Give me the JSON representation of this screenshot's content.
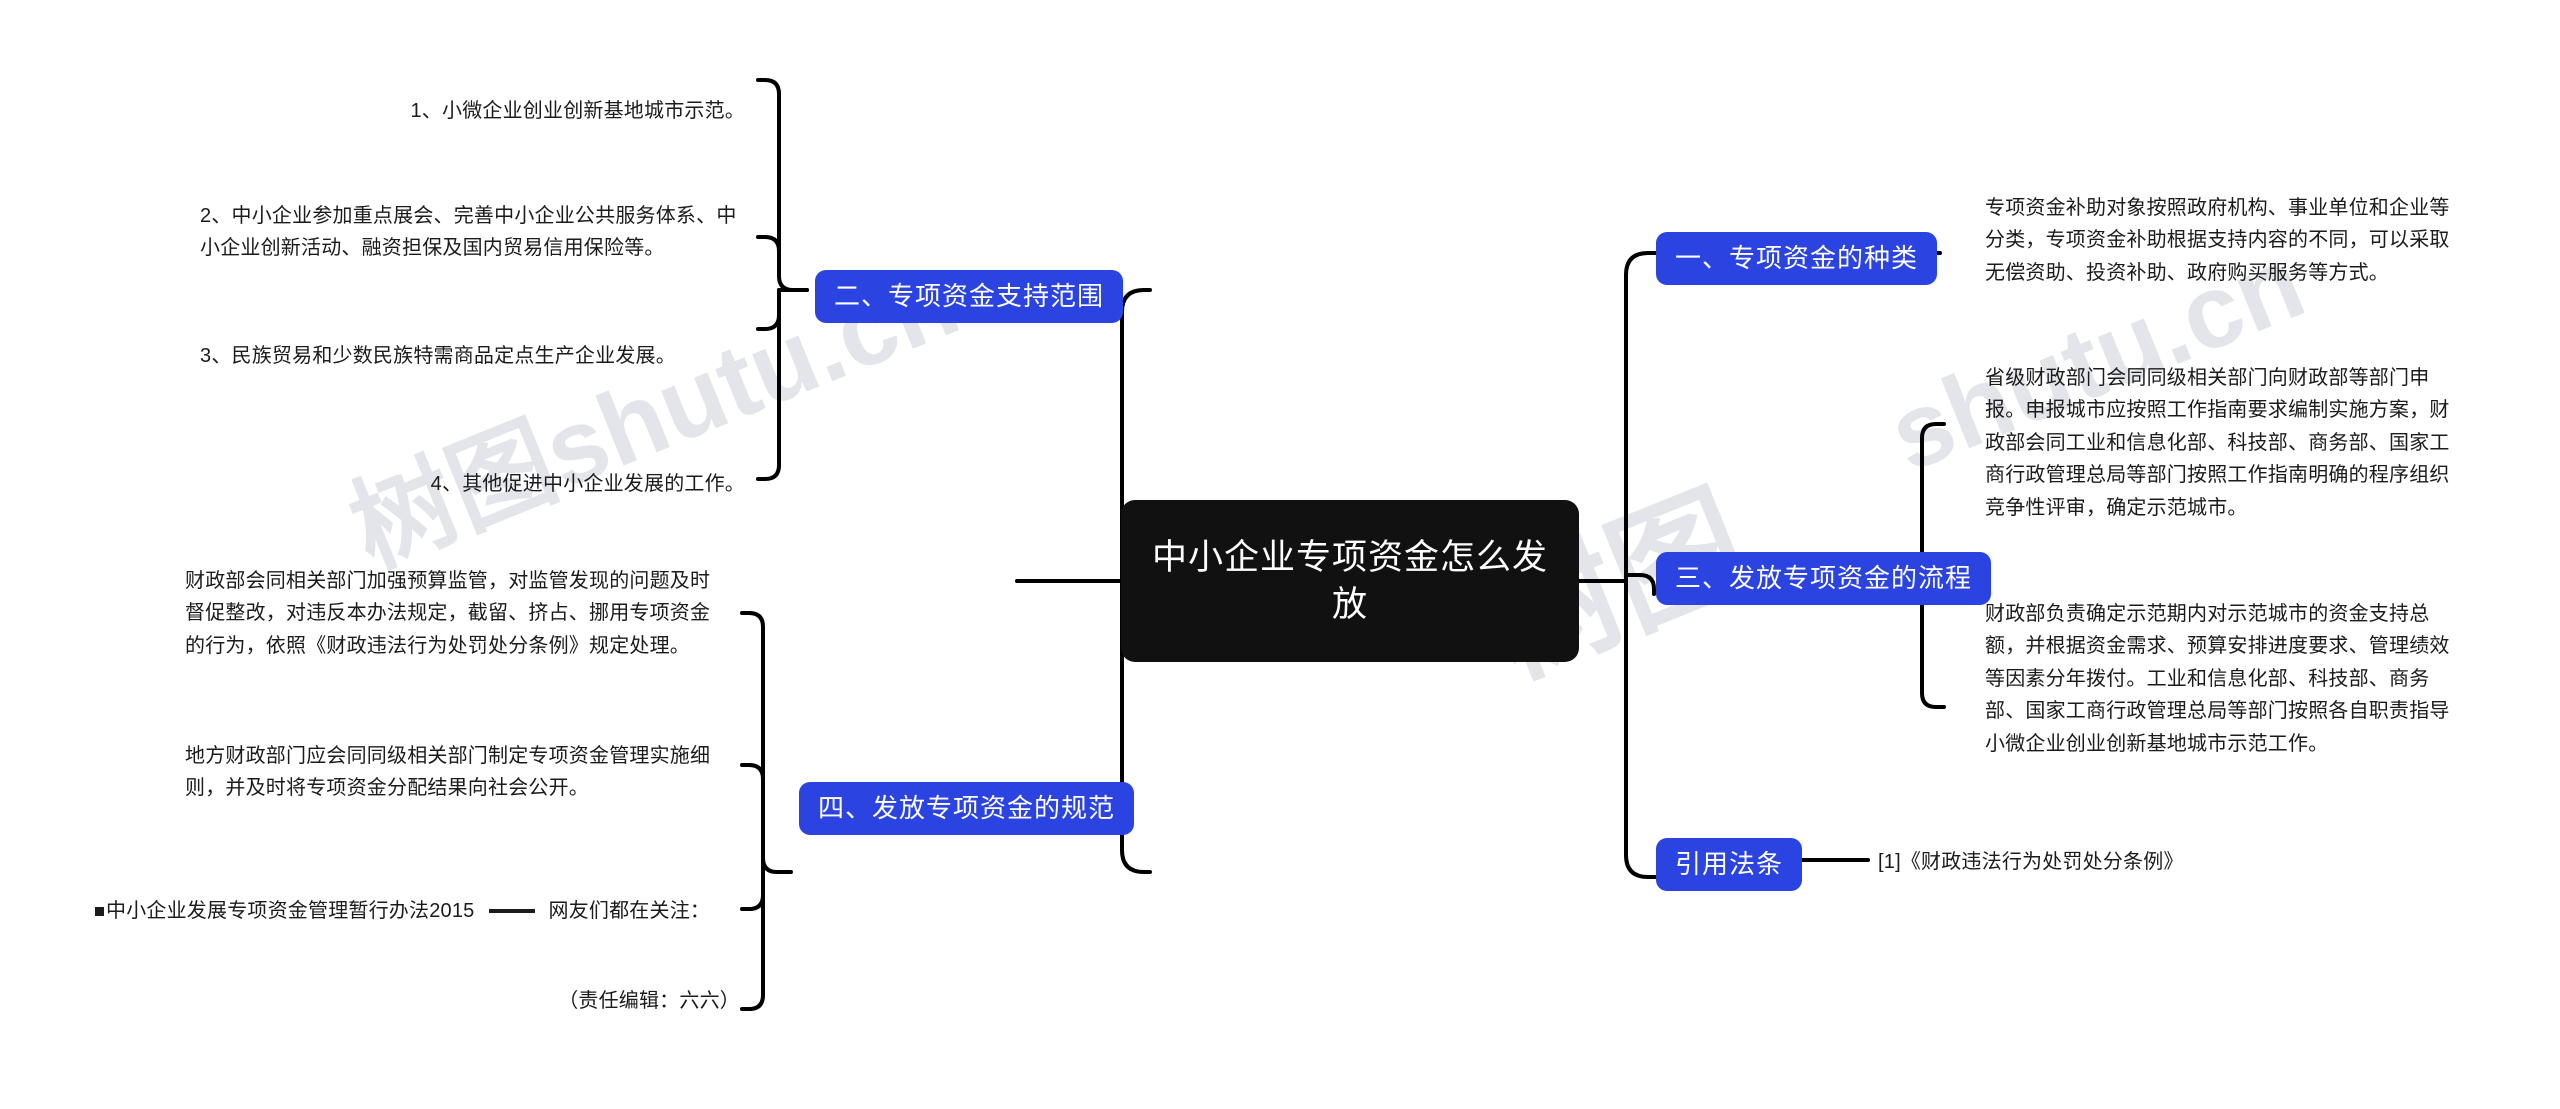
{
  "watermark": {
    "text_a": "树图shutu.cn",
    "text_b": "shutu.cn",
    "text_c": "树图"
  },
  "root": {
    "title": "中小企业专项资金怎么发放"
  },
  "left_branches": [
    {
      "id": "branch-2",
      "label": "二、专项资金支持范围",
      "children": [
        {
          "text": "1、小微企业创业创新基地城市示范。",
          "align": "right"
        },
        {
          "text": "2、中小企业参加重点展会、完善中小企业公共服务体系、中小企业创新活动、融资担保及国内贸易信用保险等。",
          "align": "left"
        },
        {
          "text": "3、民族贸易和少数民族特需商品定点生产企业发展。",
          "align": "left"
        },
        {
          "text": "4、其他促进中小企业发展的工作。",
          "align": "right"
        }
      ]
    },
    {
      "id": "branch-4",
      "label": "四、发放专项资金的规范",
      "children": [
        {
          "text": "财政部会同相关部门加强预算监管，对监管发现的问题及时督促整改，对违反本办法规定，截留、挤占、挪用专项资金的行为，依照《财政违法行为处罚处分条例》规定处理。",
          "align": "left"
        },
        {
          "text": "地方财政部门应会同同级相关部门制定专项资金管理实施细则，并及时将专项资金分配结果向社会公开。",
          "align": "left"
        }
      ]
    }
  ],
  "bottom_note": {
    "bullet_label": "中小企业发展专项资金管理暂行办法2015",
    "related_label": "网友们都在关注：",
    "editor_label": "（责任编辑：六六）"
  },
  "right_branches": [
    {
      "id": "branch-1",
      "label": "一、专项资金的种类",
      "children": [
        {
          "text": "专项资金补助对象按照政府机构、事业单位和企业等分类，专项资金补助根据支持内容的不同，可以采取无偿资助、投资补助、政府购买服务等方式。"
        }
      ]
    },
    {
      "id": "branch-3",
      "label": "三、发放专项资金的流程",
      "children": [
        {
          "text": "省级财政部门会同同级相关部门向财政部等部门申报。申报城市应按照工作指南要求编制实施方案，财政部会同工业和信息化部、科技部、商务部、国家工商行政管理总局等部门按照工作指南明确的程序组织竞争性评审，确定示范城市。"
        },
        {
          "text": "财政部负责确定示范期内对示范城市的资金支持总额，并根据资金需求、预算安排进度要求、管理绩效等因素分年拨付。工业和信息化部、科技部、商务部、国家工商行政管理总局等部门按照各自职责指导小微企业创业创新基地城市示范工作。"
        }
      ]
    },
    {
      "id": "branch-ref",
      "label": "引用法条",
      "children": [
        {
          "text": "[1]《财政违法行为处罚处分条例》"
        }
      ]
    }
  ],
  "colors": {
    "branch_bg": "#2b43e0",
    "root_bg": "#111111",
    "text": "#1b1b1b",
    "watermark": "#e3e5ea",
    "connector": "#000000"
  }
}
